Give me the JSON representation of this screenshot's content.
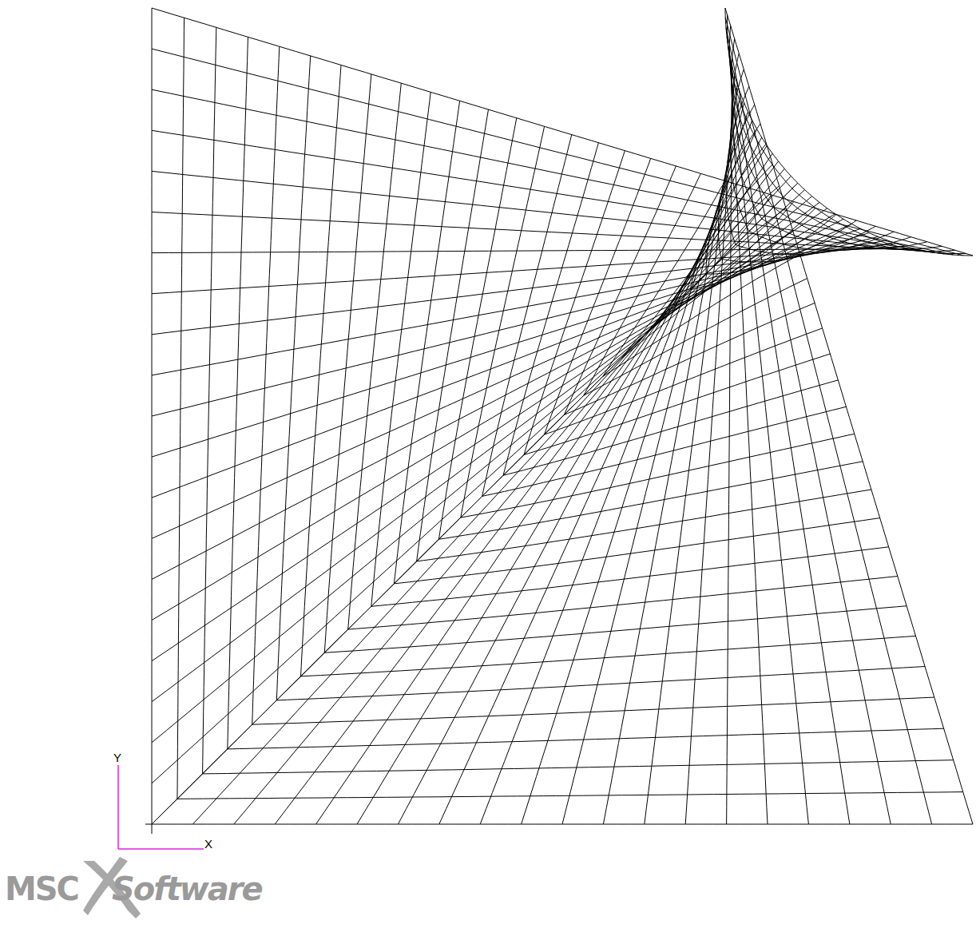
{
  "diagram": {
    "labels": [
      "Y",
      "X",
      "MSC",
      "Software"
    ]
  }
}
